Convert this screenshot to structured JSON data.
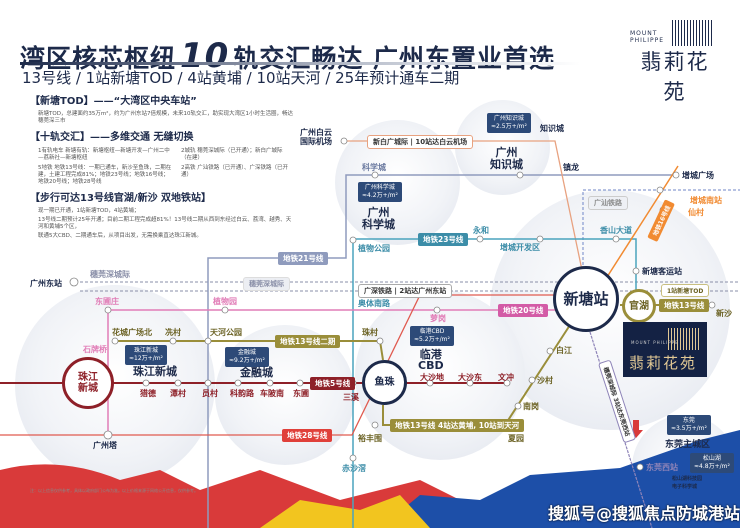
{
  "header": {
    "title_a": "湾区核芯枢纽",
    "title_num": "10",
    "title_b": "轨交汇畅达 广州东置业首选",
    "subtitle": "13号线 / 1站新塘TOD / 4站黄埔 / 10站天河 / 25年预计通车二期"
  },
  "brand": {
    "en": "MOUNT PHILIPPE",
    "cn": "翡莉花苑"
  },
  "sections": [
    {
      "heading": "【新塘TOD】——“大湾区中央车站”",
      "text": [
        "新塘TOD，总建面约35万m²，约为广州东站7倍规模，未来10轨交汇，助实现大湾区1小时生活圈，畅达穗莞深三市"
      ]
    },
    {
      "heading": "【十轨交汇】——多维交通 无缝切换",
      "text": [
        "1有轨电车  新塘有轨：新塘枢纽—新塘开发—广州二中—荔新社—新塘枢纽",
        "5地铁  地铁13号线：一期已通车，新沙至鱼珠，二期在建，土建工程完成81%；地铁23号线；地铁16号线；地铁20号线；地铁28号线",
        "2城轨  穗莞深城际（已开通）；新白广城际（在建）",
        "2高铁  广汕铁路（已开通）、广深铁路（已开通）"
      ]
    },
    {
      "heading": "【步行可达13号线官湖/新沙 双地铁站】",
      "text": [
        "现一期已开通，1站新塘TOD，4站黄埔；",
        "13号线二期预计25年开通；目前二期工程完成超81%！13号线二期从西到东经过白云、荔湾、越秀、天河和黄埔5个区，",
        "联通5大CBD、二期通车后，从项目出发，无需换乘直达珠江新城。"
      ]
    }
  ],
  "map": {
    "areas": {
      "kxc": "广州\n科学城",
      "zsc": "广州\n知识城",
      "zjxc": "珠江新城",
      "jrc": "金融城",
      "lgcbd": "临港\nCBD",
      "dg": "东莞主城区"
    },
    "prices": {
      "kxc": [
        "广州科学城",
        "≈4.2万+/m²"
      ],
      "zsc": [
        "广州知识城",
        "≈2.5万+/m²"
      ],
      "zjxc": [
        "珠江新城",
        "≈12万+/m²"
      ],
      "jrc": [
        "金融城",
        "≈9.2万+/m²"
      ],
      "lgcbd": [
        "临港CBD",
        "≈5.2万+/m²"
      ],
      "dg": [
        "东莞",
        "≈3.5万+/m²"
      ],
      "ssh": [
        "松山湖",
        "≈4.8万+/m²"
      ]
    },
    "hubs": {
      "xintang": "新塘站",
      "yuzhu": "鱼珠",
      "zjxc": "珠江\n新城",
      "guanhu": "官湖"
    },
    "lines": {
      "l13b": "地铁13号线二期",
      "l5": "地铁5号线",
      "l28": "地铁28号线",
      "l23": "地铁23号线",
      "l21": "地铁21号线",
      "l20": "地铁20号线",
      "l13": "地铁13号线",
      "l13note": "地铁13号线  4站达黄埔, 10站到天河",
      "l16": "地铁16号线"
    },
    "notes": {
      "airport": "新白广城际 | 10站达白云机场",
      "gs": "广深铁路 | 2站达广州东站",
      "gsrail": "广汕铁路",
      "sgs": "穗莞深城际",
      "tod": "1站新塘TOD",
      "dgw": "穗莞深城际 3站达东莞西站"
    },
    "stations": [
      "广州白云\n国际机场",
      "知识城",
      "镇龙",
      "增城广场",
      "科学城",
      "增城南站",
      "仙村",
      "永和",
      "增城开发区",
      "香山大道",
      "植物公园",
      "新塘客运站",
      "广州东站",
      "穗莞深城际",
      "东圃庄",
      "植物园",
      "奥体南路",
      "萝岗",
      "新沙",
      "花城广场北",
      "冼村",
      "天河公园",
      "珠村",
      "石牌桥",
      "猎德",
      "潭村",
      "员村",
      "科韵路",
      "车陂南",
      "东圃",
      "三溪",
      "大沙地",
      "大沙东",
      "文冲",
      "白江",
      "沙村",
      "南岗",
      "夏园",
      "裕丰围",
      "广州塔",
      "赤沙滘",
      "东莞西站",
      "松山湖科技园",
      "电子科学城"
    ]
  },
  "footnote": "注：以上信息仅供参考，具体以政府部门公布为准。以上价格来源于网络公开信息，仅供参考。",
  "watermark": "搜狐号@搜狐焦点防城港站"
}
